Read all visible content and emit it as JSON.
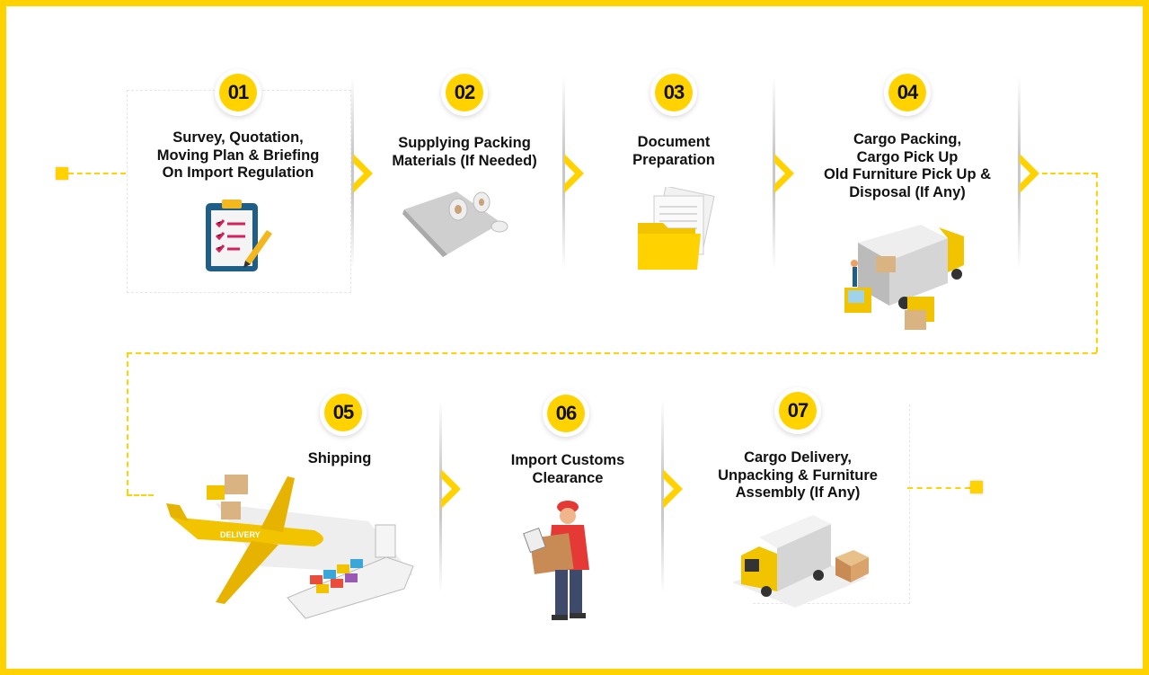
{
  "steps": [
    {
      "number": "01",
      "title": "Survey, Quotation,\nMoving Plan & Briefing\nOn Import Regulation",
      "icon": "clipboard-checklist-icon"
    },
    {
      "number": "02",
      "title": "Supplying Packing\nMaterials (If Needed)",
      "icon": "packing-materials-icon"
    },
    {
      "number": "03",
      "title": "Document\nPreparation",
      "icon": "document-folder-icon"
    },
    {
      "number": "04",
      "title": "Cargo Packing,\nCargo Pick Up\nOld Furniture Pick Up &\nDisposal (If Any)",
      "icon": "truck-loading-icon"
    },
    {
      "number": "05",
      "title": "Shipping",
      "icon": "plane-ship-icon"
    },
    {
      "number": "06",
      "title": "Import Customs\nClearance",
      "icon": "delivery-man-icon"
    },
    {
      "number": "07",
      "title": "Cargo Delivery,\nUnpacking & Furniture\nAssembly (If Any)",
      "icon": "delivery-truck-icon"
    }
  ],
  "illustration_text": {
    "plane": "DELIVERY"
  },
  "colors": {
    "accent": "#FFD200",
    "text": "#111111"
  }
}
